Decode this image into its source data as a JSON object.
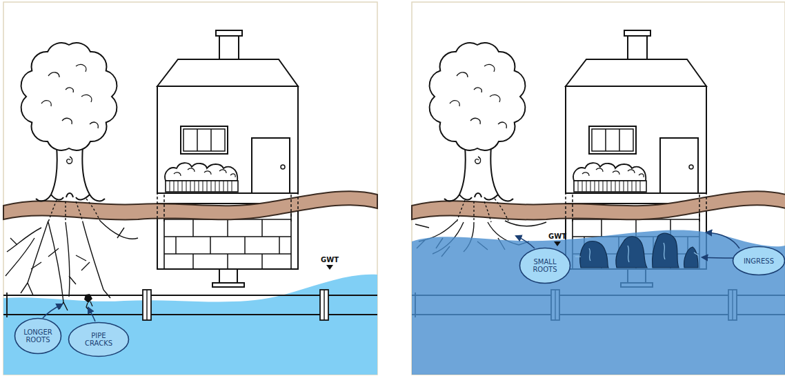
{
  "diagram": {
    "nodes": [
      {
        "text": [
          "LONGER ROOTS"
        ]
      },
      {
        "text": [
          "PIPE CRACKS"
        ]
      },
      {
        "text": [
          "SMALL ROOTS"
        ]
      },
      {
        "text": [
          "INGRESS"
        ]
      }
    ],
    "labels": [
      "GWT",
      "GWT"
    ]
  }
}
